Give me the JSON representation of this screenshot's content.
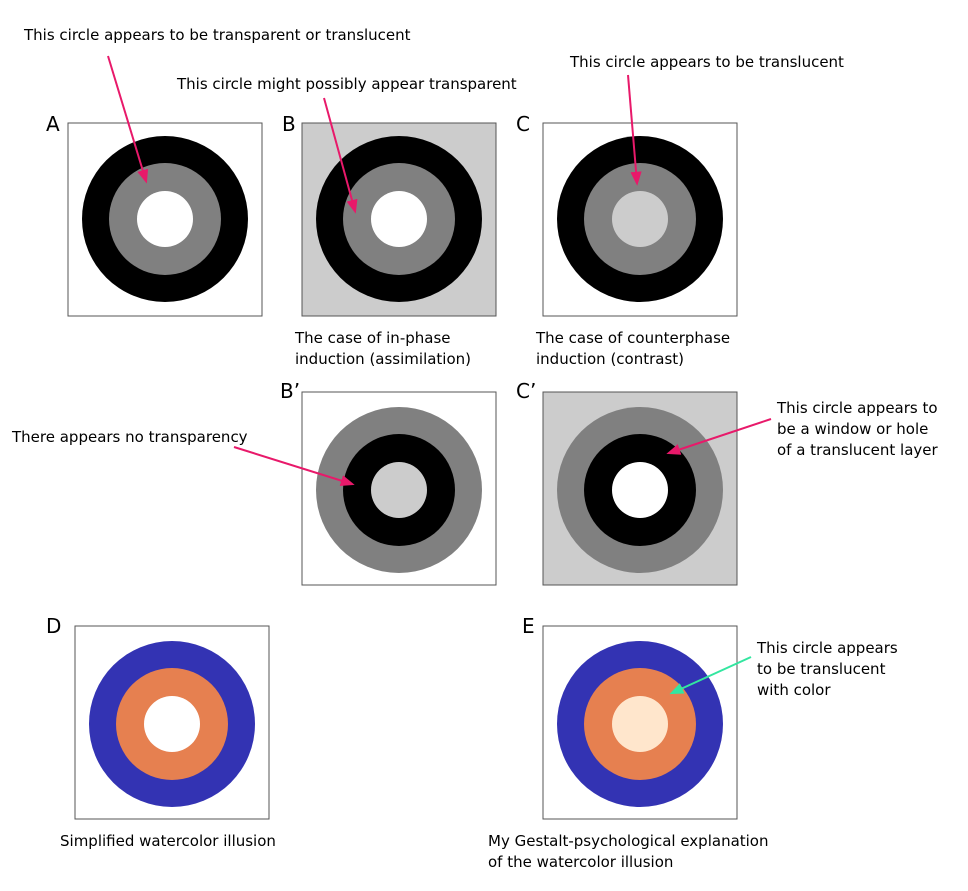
{
  "panels": {
    "A": {
      "letter": "A",
      "background": "#ffffff",
      "rings": [
        "#000000",
        "#808080",
        "#ffffff"
      ]
    },
    "B": {
      "letter": "B",
      "background": "#cccccc",
      "rings": [
        "#000000",
        "#808080",
        "#ffffff"
      ]
    },
    "C": {
      "letter": "C",
      "background": "#ffffff",
      "rings": [
        "#000000",
        "#808080",
        "#cccccc"
      ]
    },
    "Bp": {
      "letter": "B’",
      "background": "#ffffff",
      "rings": [
        "#808080",
        "#000000",
        "#cccccc"
      ]
    },
    "Cp": {
      "letter": "C’",
      "background": "#cccccc",
      "rings": [
        "#808080",
        "#000000",
        "#ffffff"
      ]
    },
    "D": {
      "letter": "D",
      "background": "#ffffff",
      "rings": [
        "#3333b3",
        "#e68050",
        "#ffffff"
      ]
    },
    "E": {
      "letter": "E",
      "background": "#ffffff",
      "rings": [
        "#3333b3",
        "#e68050",
        "#ffe6cc"
      ]
    }
  },
  "annotations": {
    "a": "This circle appears to be transparent or translucent",
    "b": "This circle might possibly appear transparent",
    "c": "This circle appears to be translucent",
    "bp": "There appears no  transparency",
    "cp": [
      "This circle appears to",
      "be a window or hole",
      "of a translucent layer"
    ],
    "e": [
      "This circle appears",
      "to be translucent",
      "with color"
    ]
  },
  "captions": {
    "b": [
      "The case of in-phase",
      "induction (assimilation)"
    ],
    "c": [
      "The case of counterphase",
      "induction (contrast)"
    ],
    "d": "Simplified watercolor  illusion",
    "e": [
      "My Gestalt-psychological explanation",
      "of the watercolor  illusion"
    ]
  },
  "colors": {
    "arrow_pink": "#e8196a",
    "arrow_green": "#33e6a0",
    "frame": "#555555"
  }
}
